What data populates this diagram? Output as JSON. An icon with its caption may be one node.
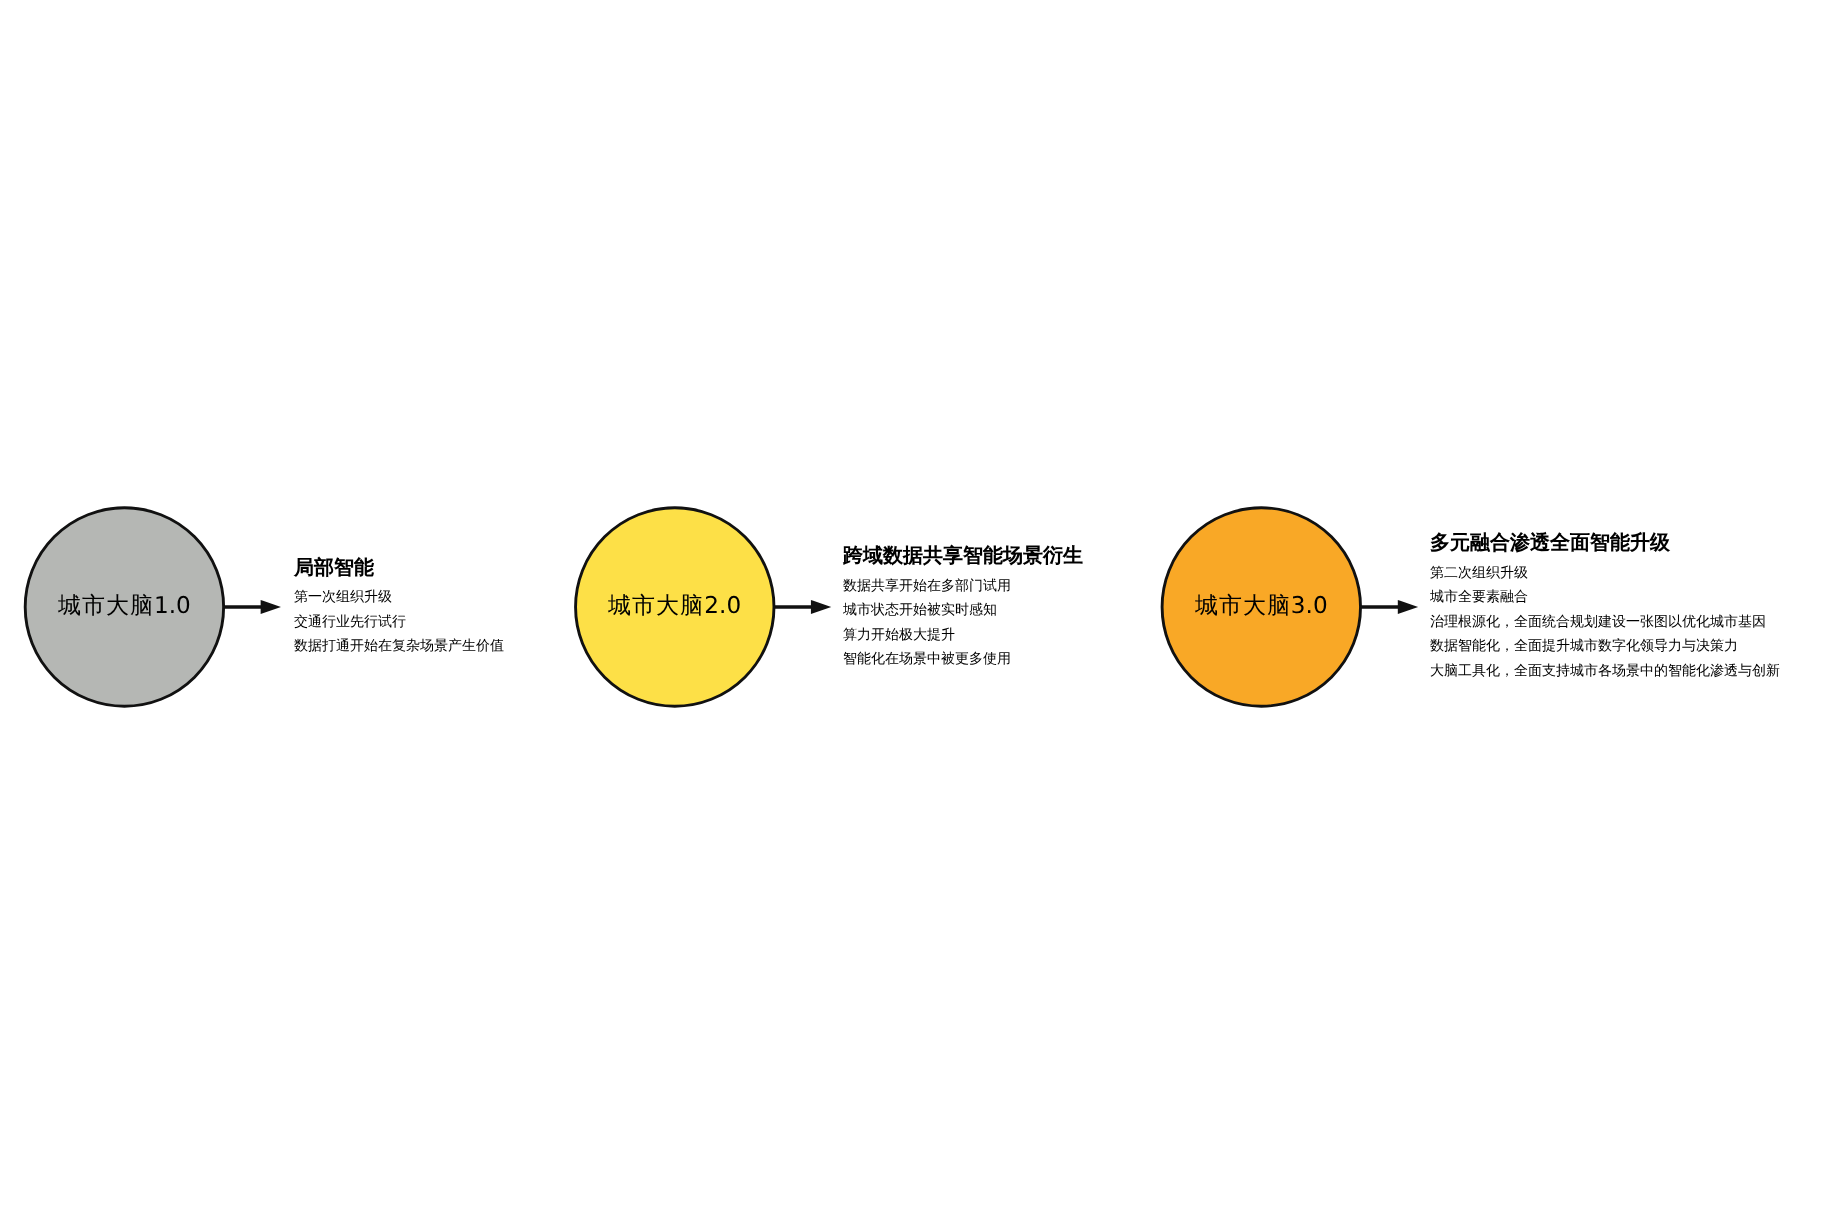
{
  "diagram": {
    "nodes": [
      {
        "text": [
          "城市大脑1.0"
        ]
      },
      {
        "text": [
          "局部智能",
          "第一次组织升级",
          "交通行业先行试行",
          "数据打通开始在复杂场景产生价值"
        ]
      },
      {
        "text": [
          "城市大脑2.0"
        ]
      },
      {
        "text": [
          "跨域数据共享智能场景衍生",
          "数据共享开始在多部门试用",
          "城市状态开始被实时感知",
          "算力开始极大提升",
          "智能化在场景中被更多使用"
        ]
      },
      {
        "text": [
          "城市大脑3.0"
        ]
      },
      {
        "text": [
          "多元融合渗透全面智能升级",
          "第二次组织升级",
          "城市全要素融合",
          "治理根源化，全面统合规划建设一张图以优化城市基因",
          "数据智能化，全面提升城市数字化领导力与决策力",
          "大脑工具化，全面支持城市各场景中的智能化渗透与创新"
        ]
      }
    ],
    "edges": [
      {
        "from": 0,
        "to": 1,
        "arrow": "to"
      },
      {
        "from": 2,
        "to": 3,
        "arrow": "to"
      },
      {
        "from": 4,
        "to": 5,
        "arrow": "to"
      }
    ]
  }
}
